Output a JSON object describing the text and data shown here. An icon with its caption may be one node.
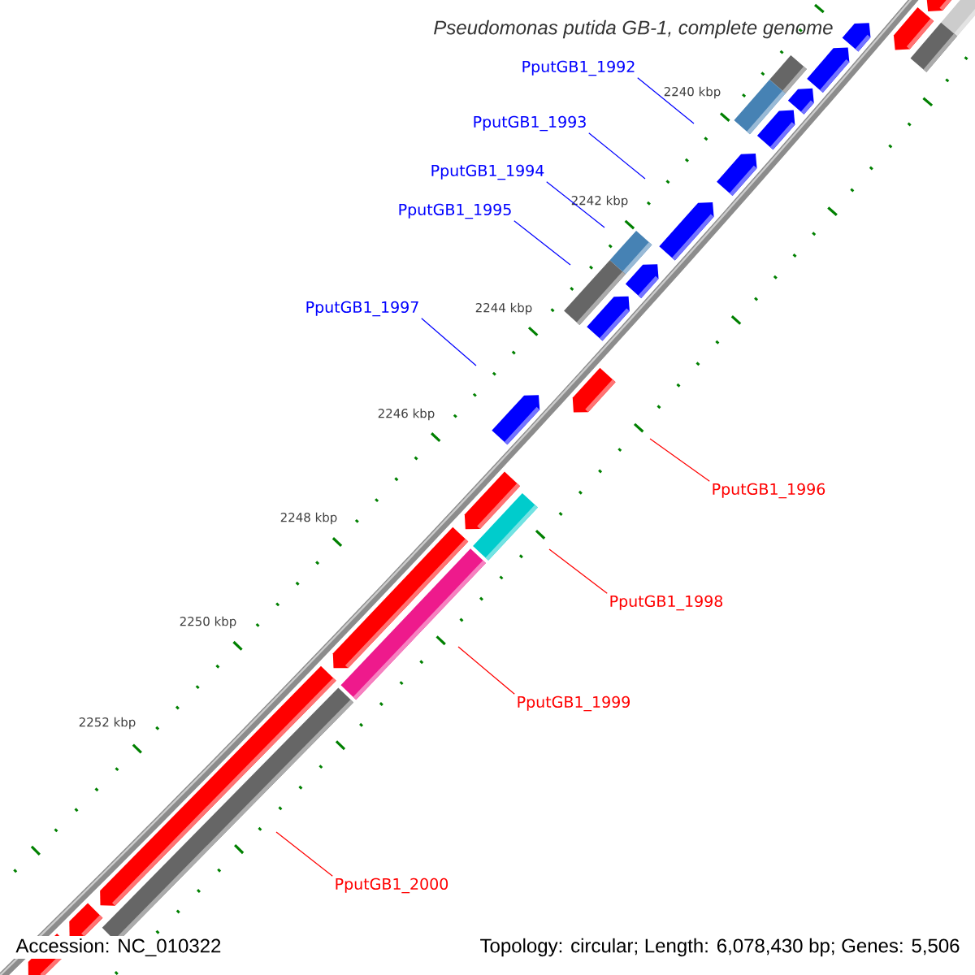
{
  "diagram": {
    "title": "Pseudomonas putida GB-1, complete genome",
    "nodes": [
      {
        "text": [
          "PputGB1_1992"
        ]
      },
      {
        "text": [
          "PputGB1_1993"
        ]
      },
      {
        "text": [
          "PputGB1_1994"
        ]
      },
      {
        "text": [
          "PputGB1_1995"
        ]
      },
      {
        "text": [
          "PputGB1_1997"
        ]
      },
      {
        "text": [
          "PputGB1_1996"
        ]
      },
      {
        "text": [
          "PputGB1_1998"
        ]
      },
      {
        "text": [
          "PputGB1_1999"
        ]
      },
      {
        "text": [
          "PputGB1_2000"
        ]
      }
    ],
    "edges": [
      {
        "from": 0,
        "to": null,
        "arrow": "none"
      },
      {
        "from": 1,
        "to": null,
        "arrow": "none"
      },
      {
        "from": 2,
        "to": null,
        "arrow": "none"
      },
      {
        "from": 3,
        "to": null,
        "arrow": "none"
      },
      {
        "from": 4,
        "to": null,
        "arrow": "none"
      },
      {
        "from": 5,
        "to": null,
        "arrow": "none",
        "color": "#ff0000"
      },
      {
        "from": 6,
        "to": null,
        "arrow": "none",
        "color": "#ff0000"
      },
      {
        "from": 7,
        "to": null,
        "arrow": "none",
        "color": "#ff0000"
      },
      {
        "from": 8,
        "to": null,
        "arrow": "none",
        "color": "#ff0000"
      }
    ],
    "labels": [
      "2240 kbp",
      "2242 kbp",
      "2244 kbp",
      "2246 kbp",
      "2248 kbp",
      "2250 kbp",
      "2252 kbp",
      "Accession: NC_010322",
      "Topology: circular; Length: 6,078,430 bp; Genes: 5,506"
    ]
  }
}
